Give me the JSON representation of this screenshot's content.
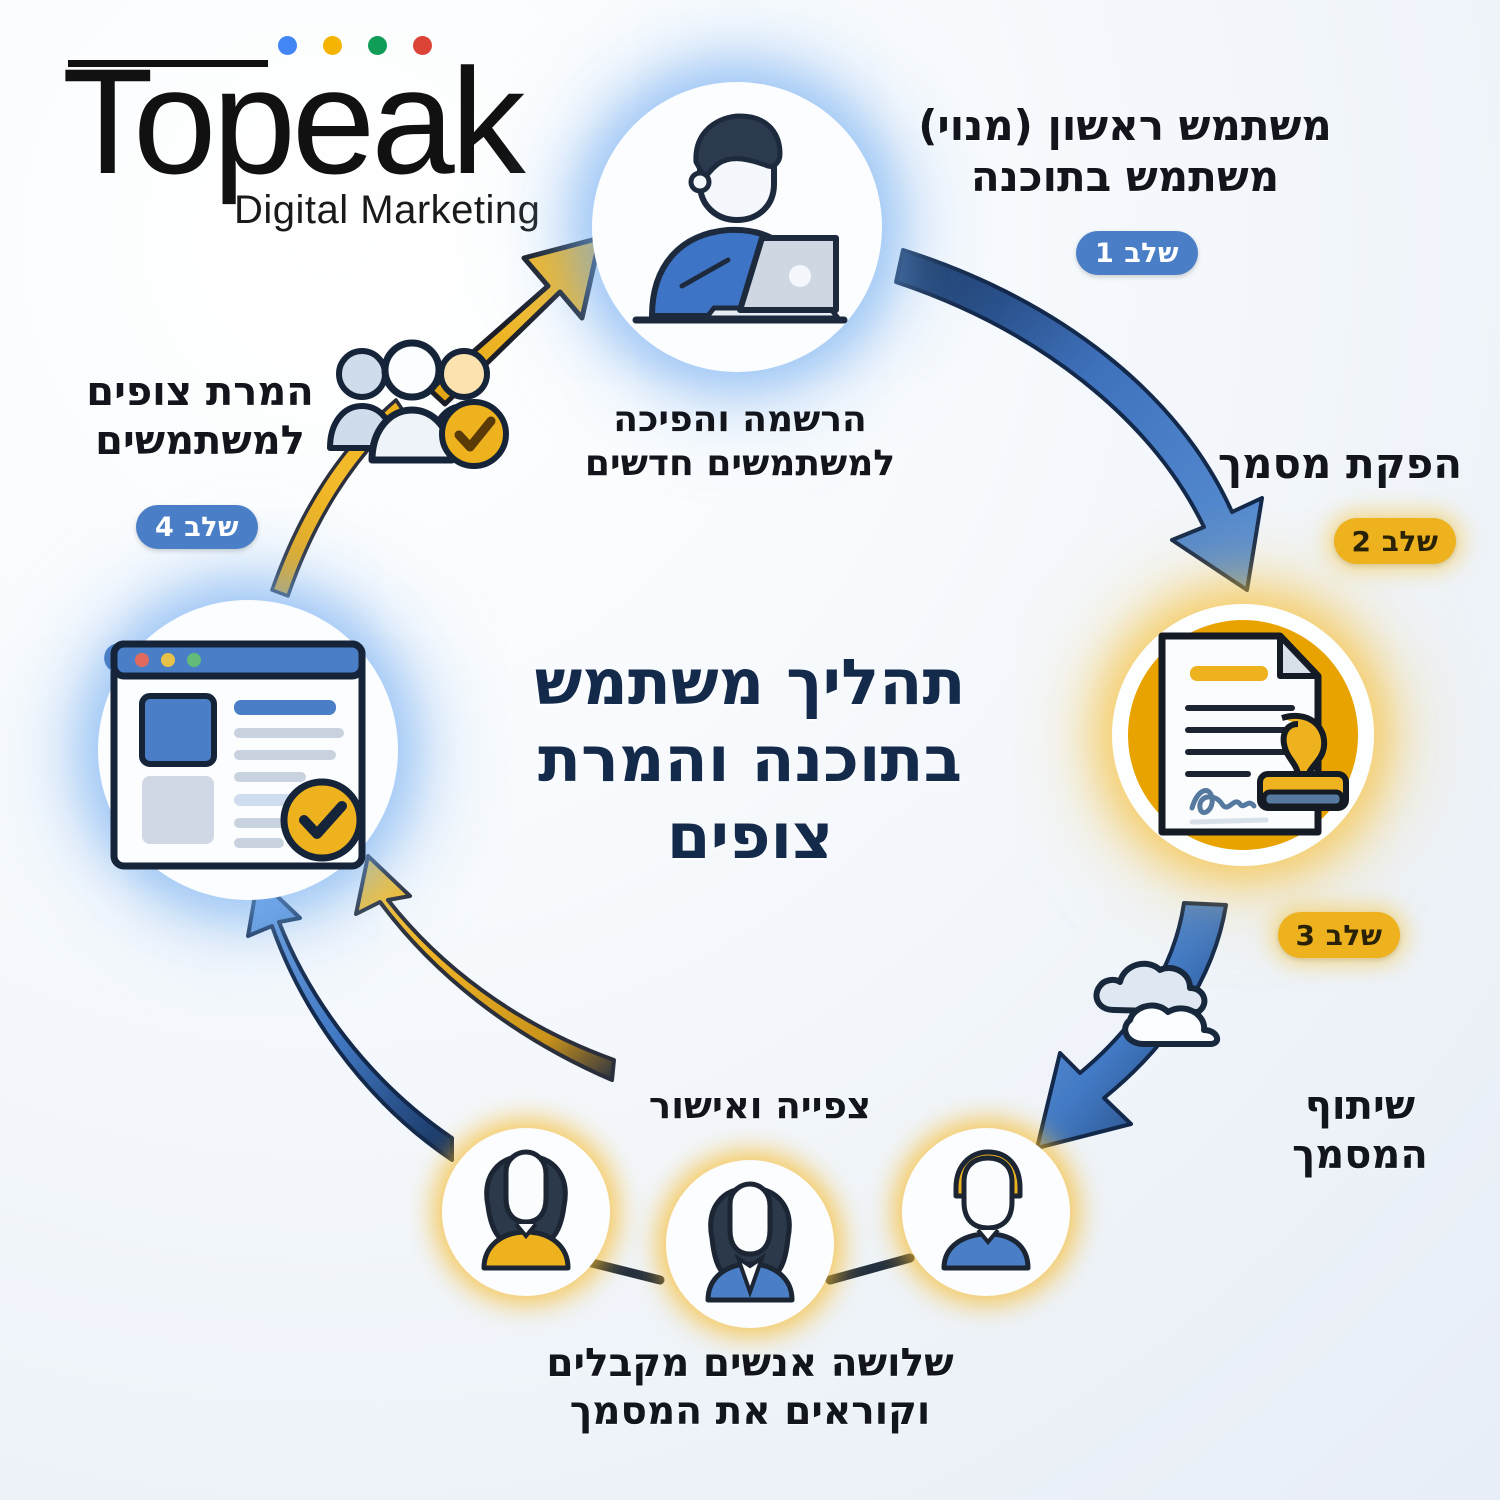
{
  "logo": {
    "wordmark": "Topeak",
    "tagline": "Digital Marketing",
    "dot_colors": [
      "#4285F4",
      "#F4B400",
      "#0F9D58",
      "#DB4437"
    ]
  },
  "center_title": "תהליך משתמש בתוכנה והמרת צופים",
  "theme": {
    "blue": "#4a7fc8",
    "blue_dark": "#1b3a66",
    "gold": "#edb21d",
    "gold_deep": "#e5a000",
    "navy_text": "#142a4a",
    "background": "#eef3f9"
  },
  "steps": [
    {
      "id": "step-1",
      "badge": "שלב 1",
      "badge_color": "blue",
      "title": "משתמש ראשון (מנוי)",
      "title_line2": "משתמש בתוכנה",
      "caption_line1": "הרשמה והפיכה",
      "caption_line2": "למשתמשים חדשים",
      "icon": "person-at-laptop-icon"
    },
    {
      "id": "step-2",
      "badge": "שלב 2",
      "badge_color": "gold",
      "title": "הפקת מסמך",
      "icon": "document-with-stamp-icon"
    },
    {
      "id": "step-3",
      "badge": "שלב 3",
      "badge_color": "gold",
      "title_line1": "שיתוף",
      "title_line2": "המסמך",
      "icon": "cloud-share-icon"
    },
    {
      "id": "step-4",
      "badge": "שלב 4",
      "badge_color": "blue",
      "title_line1": "המרת צופים",
      "title_line2": "למשתמשים",
      "icon": "browser-window-check-icon"
    }
  ],
  "recipients": {
    "label": "צפייה ואישור",
    "caption_line1": "שלושה אנשים מקבלים",
    "caption_line2": "וקוראים את המסמך",
    "avatars": [
      {
        "name": "avatar-woman-orange",
        "hair": "#2b394b",
        "body": "#edb21d"
      },
      {
        "name": "avatar-woman-blue",
        "hair": "#2b394b",
        "body": "#4a7fc8"
      },
      {
        "name": "avatar-man-blue",
        "hair": "#edb21d",
        "body": "#4a7fc8"
      }
    ]
  },
  "group_icon": {
    "name": "group-of-users-check-icon",
    "check_color": "#edb21d"
  }
}
